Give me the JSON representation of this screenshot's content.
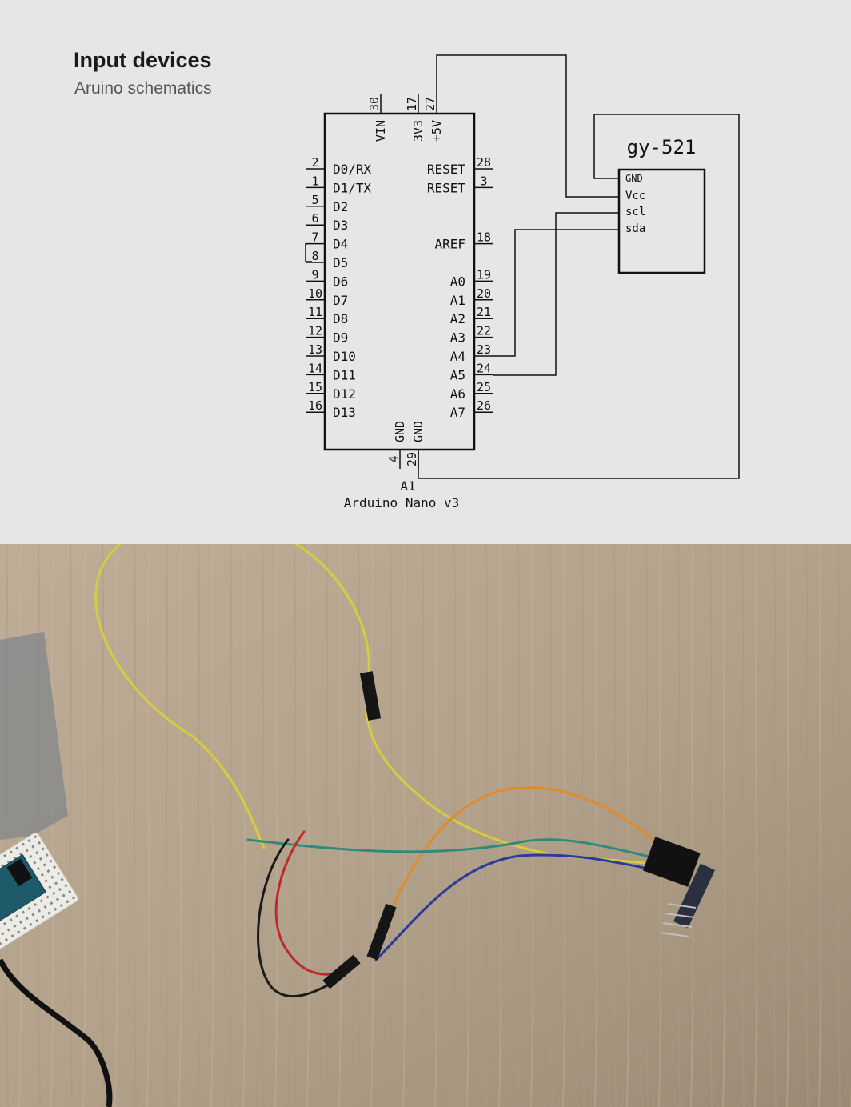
{
  "page": {
    "title": "Input devices",
    "subtitle": "Aruino schematics"
  },
  "schematic": {
    "board": {
      "name": "Arduino_Nano_v3",
      "ref": "A1",
      "left_pins": [
        {
          "num": "2",
          "label": "D0/RX"
        },
        {
          "num": "1",
          "label": "D1/TX"
        },
        {
          "num": "5",
          "label": "D2"
        },
        {
          "num": "6",
          "label": "D3"
        },
        {
          "num": "7",
          "label": "D4"
        },
        {
          "num": "8",
          "label": "D5"
        },
        {
          "num": "9",
          "label": "D6"
        },
        {
          "num": "10",
          "label": "D7"
        },
        {
          "num": "11",
          "label": "D8"
        },
        {
          "num": "12",
          "label": "D9"
        },
        {
          "num": "13",
          "label": "D10"
        },
        {
          "num": "14",
          "label": "D11"
        },
        {
          "num": "15",
          "label": "D12"
        },
        {
          "num": "16",
          "label": "D13"
        }
      ],
      "right_pins": [
        {
          "num": "28",
          "label": "RESET"
        },
        {
          "num": "3",
          "label": "RESET"
        },
        {
          "num": "18",
          "label": "AREF"
        },
        {
          "num": "19",
          "label": "A0"
        },
        {
          "num": "20",
          "label": "A1"
        },
        {
          "num": "21",
          "label": "A2"
        },
        {
          "num": "22",
          "label": "A3"
        },
        {
          "num": "23",
          "label": "A4"
        },
        {
          "num": "24",
          "label": "A5"
        },
        {
          "num": "25",
          "label": "A6"
        },
        {
          "num": "26",
          "label": "A7"
        }
      ],
      "top_pins": [
        {
          "num": "30",
          "label": "VIN"
        },
        {
          "num": "17",
          "label": "3V3"
        },
        {
          "num": "27",
          "label": "+5V"
        }
      ],
      "bottom_pins": [
        {
          "num": "4",
          "label": "GND"
        },
        {
          "num": "29",
          "label": "GND"
        }
      ]
    },
    "sensor": {
      "name": "gy-521",
      "pins": [
        "GND",
        "Vcc",
        "scl",
        "sda"
      ]
    }
  },
  "photo": {
    "colors": {
      "table": "#b4a38d",
      "yellow_wire": "#d9cc3c",
      "orange_wire": "#e08a2a",
      "teal_wire": "#2f8a7a",
      "blue_wire": "#2a3a9a",
      "red_wire": "#c0282a",
      "black_wire": "#1a1a1a",
      "breadboard": "#ecebe6",
      "arduino": "#1d5a6a"
    }
  }
}
